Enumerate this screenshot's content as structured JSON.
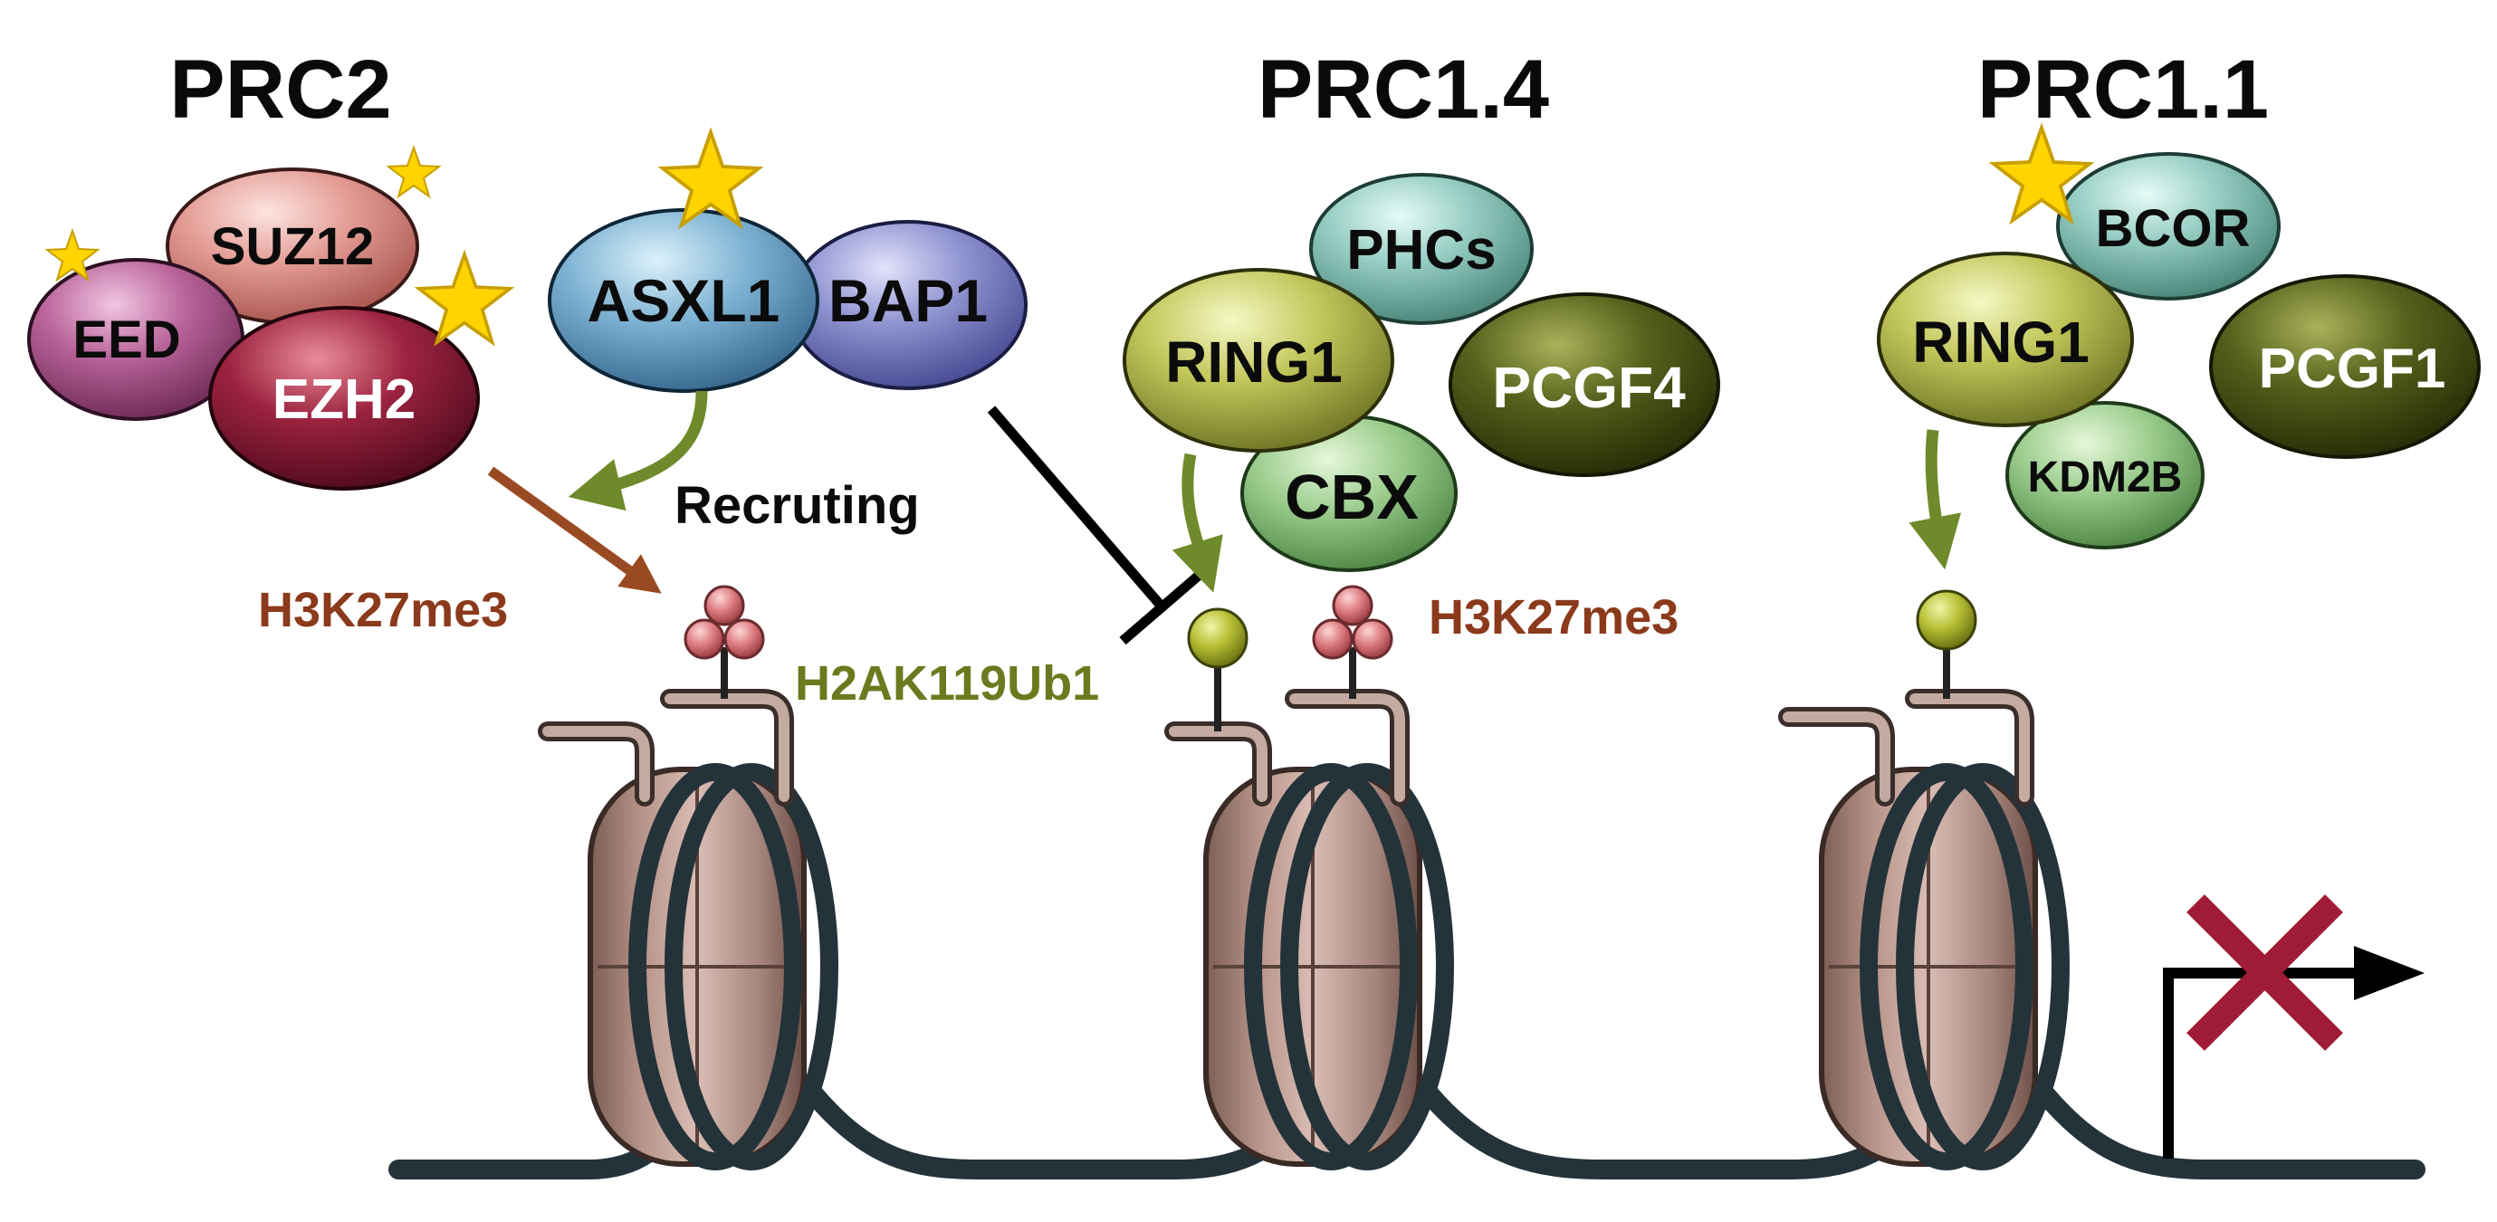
{
  "complexes": {
    "prc2": {
      "title": "PRC2",
      "subunits": {
        "eed": "EED",
        "suz12": "SUZ12",
        "ezh2": "EZH2"
      }
    },
    "asxl_bap": {
      "asxl1": "ASXL1",
      "bap1": "BAP1"
    },
    "prc1_4": {
      "title": "PRC1.4",
      "subunits": {
        "phcs": "PHCs",
        "ring1": "RING1",
        "pcgf4": "PCGF4",
        "cbx": "CBX"
      }
    },
    "prc1_1": {
      "title": "PRC1.1",
      "subunits": {
        "bcor": "BCOR",
        "ring1": "RING1",
        "pcgf1": "PCGF1",
        "kdm2b": "KDM2B"
      }
    }
  },
  "labels": {
    "recruiting": "Recruting",
    "h3k27me3_left": "H3K27me3",
    "h3k27me3_right": "H3K27me3",
    "h2ak119ub1": "H2AK119Ub1"
  },
  "colors": {
    "star": "#ffd400",
    "h3k27me3_text": "#8b3a1b",
    "h2ak119ub1_text": "#6b7a1e",
    "recruit_arrow": "#6e8a2a",
    "methyl_arrow": "#9a4a23",
    "repression_cross": "#a01b35"
  },
  "icons": [
    "star-icon",
    "repression-cross-icon",
    "transcription-start-arrow-icon"
  ]
}
